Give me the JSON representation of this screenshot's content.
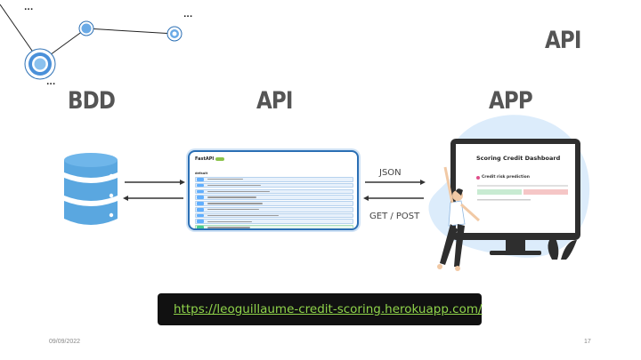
{
  "slide": {
    "title": "API",
    "columns": {
      "bdd": "BDD",
      "api": "API",
      "app": "APP"
    },
    "arrows": {
      "json_label": "JSON",
      "get_post_label": "GET / POST"
    },
    "url": "https://leoguillaume-credit-scoring.herokuapp.com/",
    "date": "09/09/2022",
    "page_number": "17"
  },
  "network_graphic": {
    "ellipsis_labels": [
      "...",
      "...",
      "..."
    ]
  },
  "api_screenshot": {
    "brand": "FastAPI",
    "section": "default",
    "rows": [
      "get",
      "get",
      "get",
      "get",
      "get",
      "get",
      "get",
      "get",
      "post",
      "get",
      "get"
    ]
  },
  "dashboard": {
    "title": "Scoring Credit Dashboard",
    "subtitle": "Credit risk prediction"
  },
  "colors": {
    "heading": "#555555",
    "accent_blue": "#4a90d9",
    "db_blue": "#5aa7e0",
    "url_green": "#8fd44a",
    "url_bg": "#111111"
  }
}
